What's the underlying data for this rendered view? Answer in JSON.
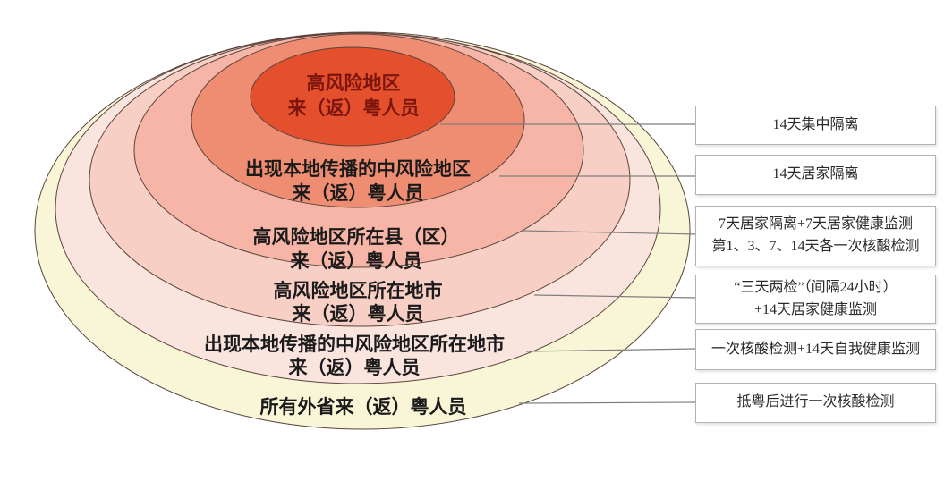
{
  "rings": [
    {
      "line1": "高风险地区",
      "line2": "来（返）粤人员",
      "color": "#e4502d",
      "text_color": "#7b150d"
    },
    {
      "line1": "出现本地传播的中风险地区",
      "line2": "来（返）粤人员",
      "color": "#ee8d72",
      "text_color": "#1a1a1a"
    },
    {
      "line1": "高风险地区所在县（区）",
      "line2": "来（返）粤人员",
      "color": "#f6b5a6",
      "text_color": "#1a1a1a"
    },
    {
      "line1": "高风险地区所在地市",
      "line2": "来（返）粤人员",
      "color": "#f8cfc4",
      "text_color": "#1a1a1a"
    },
    {
      "line1": "出现本地传播的中风险地区所在地市",
      "line2": "来（返）粤人员",
      "color": "#fae4de",
      "text_color": "#1a1a1a"
    },
    {
      "line1": "所有外省来（返）粤人员",
      "line2": "",
      "color": "#f8f6d6",
      "text_color": "#1a1a1a"
    }
  ],
  "measures": [
    {
      "line1": "14天集中隔离",
      "line2": ""
    },
    {
      "line1": "14天居家隔离",
      "line2": ""
    },
    {
      "line1": "7天居家隔离+7天居家健康监测",
      "line2": "第1、3、7、14天各一次核酸检测"
    },
    {
      "line1": "“三天两检”（间隔24小时）",
      "line2": "+14天居家健康监测"
    },
    {
      "line1": "一次核酸检测+14天自我健康监测",
      "line2": ""
    },
    {
      "line1": "抵粤后进行一次核酸检测",
      "line2": ""
    }
  ]
}
